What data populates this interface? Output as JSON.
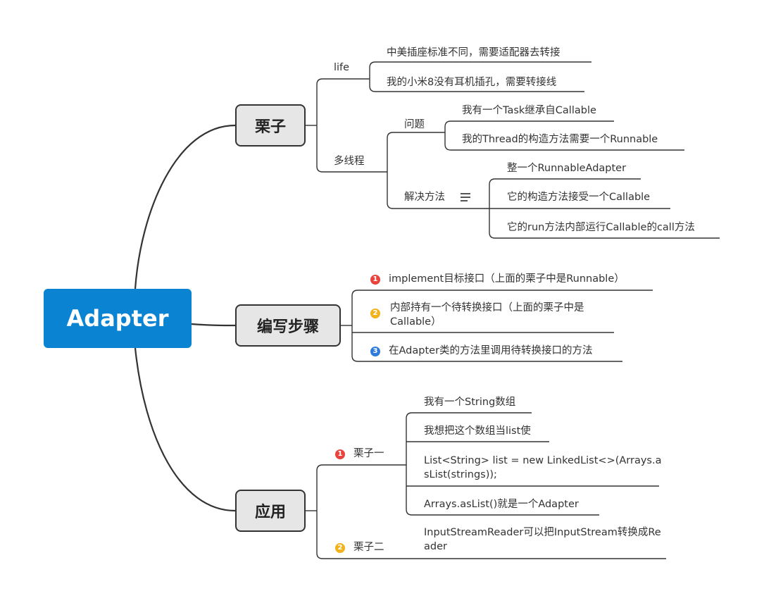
{
  "root": {
    "label": "Adapter"
  },
  "branches": [
    {
      "label": "栗子",
      "children": [
        {
          "label": "life",
          "children": [
            {
              "label": "中美插座标准不同，需要适配器去转接"
            },
            {
              "label": "我的小米8没有耳机插孔，需要转接线"
            }
          ]
        },
        {
          "label": "多线程",
          "children": [
            {
              "label": "问题",
              "children": [
                {
                  "label": "我有一个Task继承自Callable"
                },
                {
                  "label": "我的Thread的构造方法需要一个Runnable"
                }
              ]
            },
            {
              "label": "解决方法",
              "icon": "notes-icon",
              "children": [
                {
                  "label": "整一个RunnableAdapter"
                },
                {
                  "label": "它的构造方法接受一个Callable"
                },
                {
                  "label": "它的run方法内部运行Callable的call方法"
                }
              ]
            }
          ]
        }
      ]
    },
    {
      "label": "编写步骤",
      "children": [
        {
          "marker": "1",
          "label": "implement目标接口（上面的栗子中是Runnable）"
        },
        {
          "marker": "2",
          "label": "内部持有一个待转换接口（上面的栗子中是Callable）"
        },
        {
          "marker": "3",
          "label": "在Adapter类的方法里调用待转换接口的方法"
        }
      ]
    },
    {
      "label": "应用",
      "children": [
        {
          "marker": "1",
          "label": "栗子一",
          "children": [
            {
              "label": "我有一个String数组"
            },
            {
              "label": "我想把这个数组当list使"
            },
            {
              "label": "List<String> list = new LinkedList<>(Arrays.asList(strings));"
            },
            {
              "label": "Arrays.asList()就是一个Adapter"
            }
          ]
        },
        {
          "marker": "2",
          "label": "栗子二",
          "children": [
            {
              "label": "InputStreamReader可以把InputStream转换成Reader"
            }
          ]
        }
      ]
    }
  ],
  "marker_colors": {
    "1": "#e8433c",
    "2": "#f2b21b",
    "3": "#2f7bdc"
  },
  "root_color": "#0a83d2"
}
